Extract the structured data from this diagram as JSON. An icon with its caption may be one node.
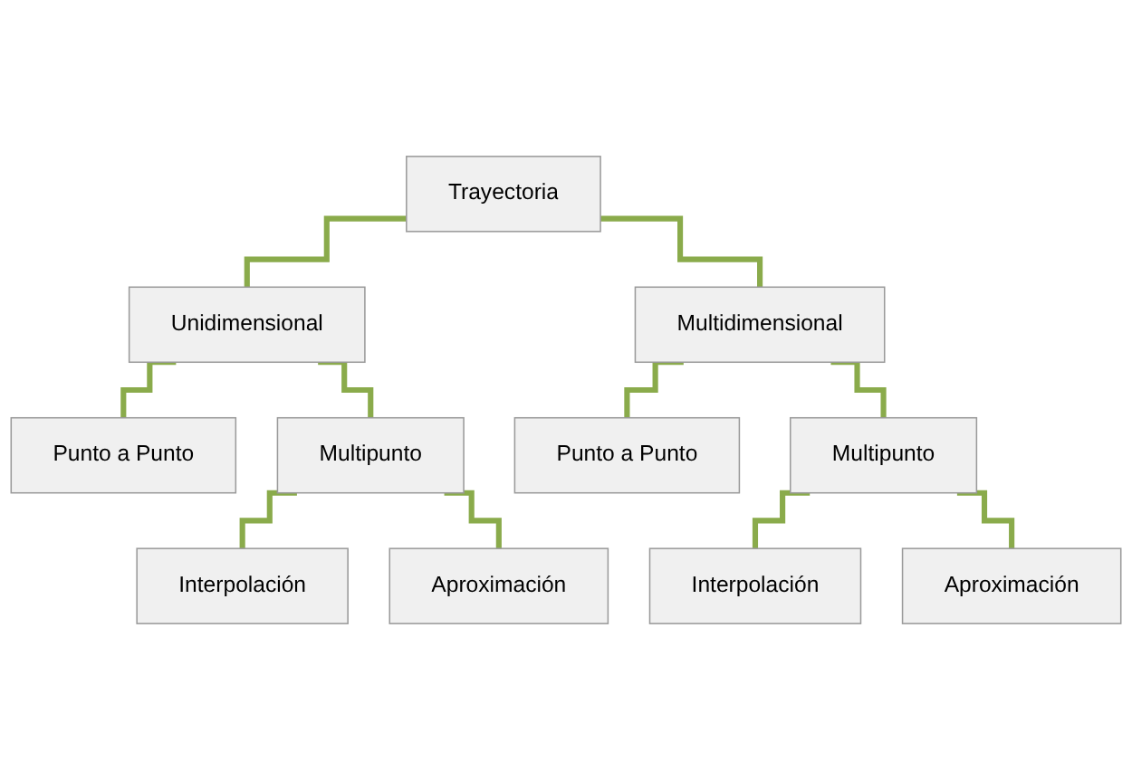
{
  "diagram": {
    "nodes": [
      {
        "text": [
          "Trayectoria"
        ]
      },
      {
        "text": [
          "Unidimensional"
        ]
      },
      {
        "text": [
          "Multidimensional"
        ]
      },
      {
        "text": [
          "Punto a Punto"
        ]
      },
      {
        "text": [
          "Multipunto"
        ]
      },
      {
        "text": [
          "Interpolación"
        ]
      },
      {
        "text": [
          "Aproximación"
        ]
      },
      {
        "text": [
          "Punto a Punto"
        ]
      },
      {
        "text": [
          "Multipunto"
        ]
      },
      {
        "text": [
          "Interpolación"
        ]
      },
      {
        "text": [
          "Aproximación"
        ]
      }
    ],
    "edges": [
      {
        "from": 0,
        "to": 1,
        "arrow": "none"
      },
      {
        "from": 0,
        "to": 2,
        "arrow": "none"
      },
      {
        "from": 1,
        "to": 3,
        "arrow": "none"
      },
      {
        "from": 1,
        "to": 4,
        "arrow": "none"
      },
      {
        "from": 4,
        "to": 5,
        "arrow": "none"
      },
      {
        "from": 4,
        "to": 6,
        "arrow": "none"
      },
      {
        "from": 2,
        "to": 7,
        "arrow": "none"
      },
      {
        "from": 2,
        "to": 8,
        "arrow": "none"
      },
      {
        "from": 8,
        "to": 9,
        "arrow": "none"
      },
      {
        "from": 8,
        "to": 10,
        "arrow": "none"
      }
    ]
  }
}
